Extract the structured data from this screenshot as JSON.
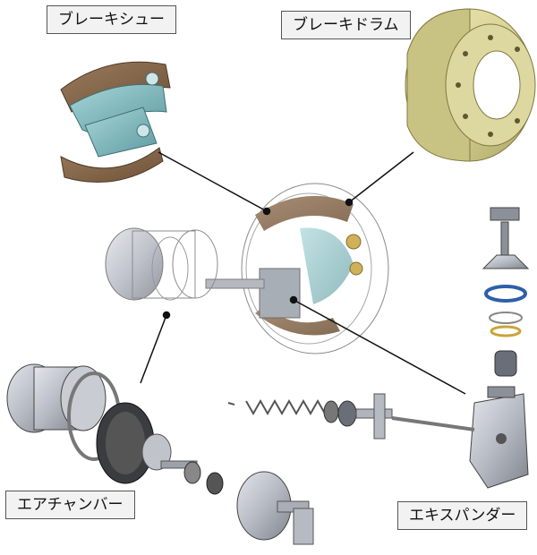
{
  "labels": {
    "brake_shoe": "ブレーキシュー",
    "brake_drum": "ブレーキドラム",
    "air_chamber": "エアチャンバー",
    "expander": "エキスパンダー"
  },
  "colors": {
    "shoe_lining": "#8a6a4e",
    "shoe_body": "#7fb8bd",
    "drum": "#d8d49a",
    "metal": "#b8bcc4",
    "dark_metal": "#6a6e78",
    "leader_line": "#111111"
  }
}
